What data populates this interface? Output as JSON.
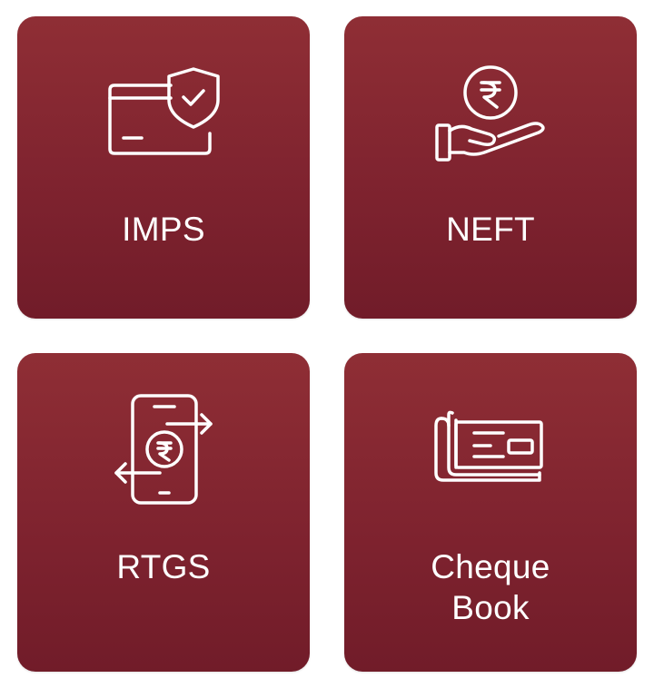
{
  "tiles": [
    {
      "label": "IMPS",
      "icon": "card-shield-icon"
    },
    {
      "label": "NEFT",
      "icon": "hand-rupee-coin-icon"
    },
    {
      "label": "RTGS",
      "icon": "phone-rupee-transfer-icon"
    },
    {
      "label": "Cheque\nBook",
      "icon": "cheque-book-icon"
    }
  ],
  "colors": {
    "tile_top": "#8f2e35",
    "tile_bottom": "#711c29",
    "foreground": "#ffffff",
    "background": "#ffffff"
  }
}
